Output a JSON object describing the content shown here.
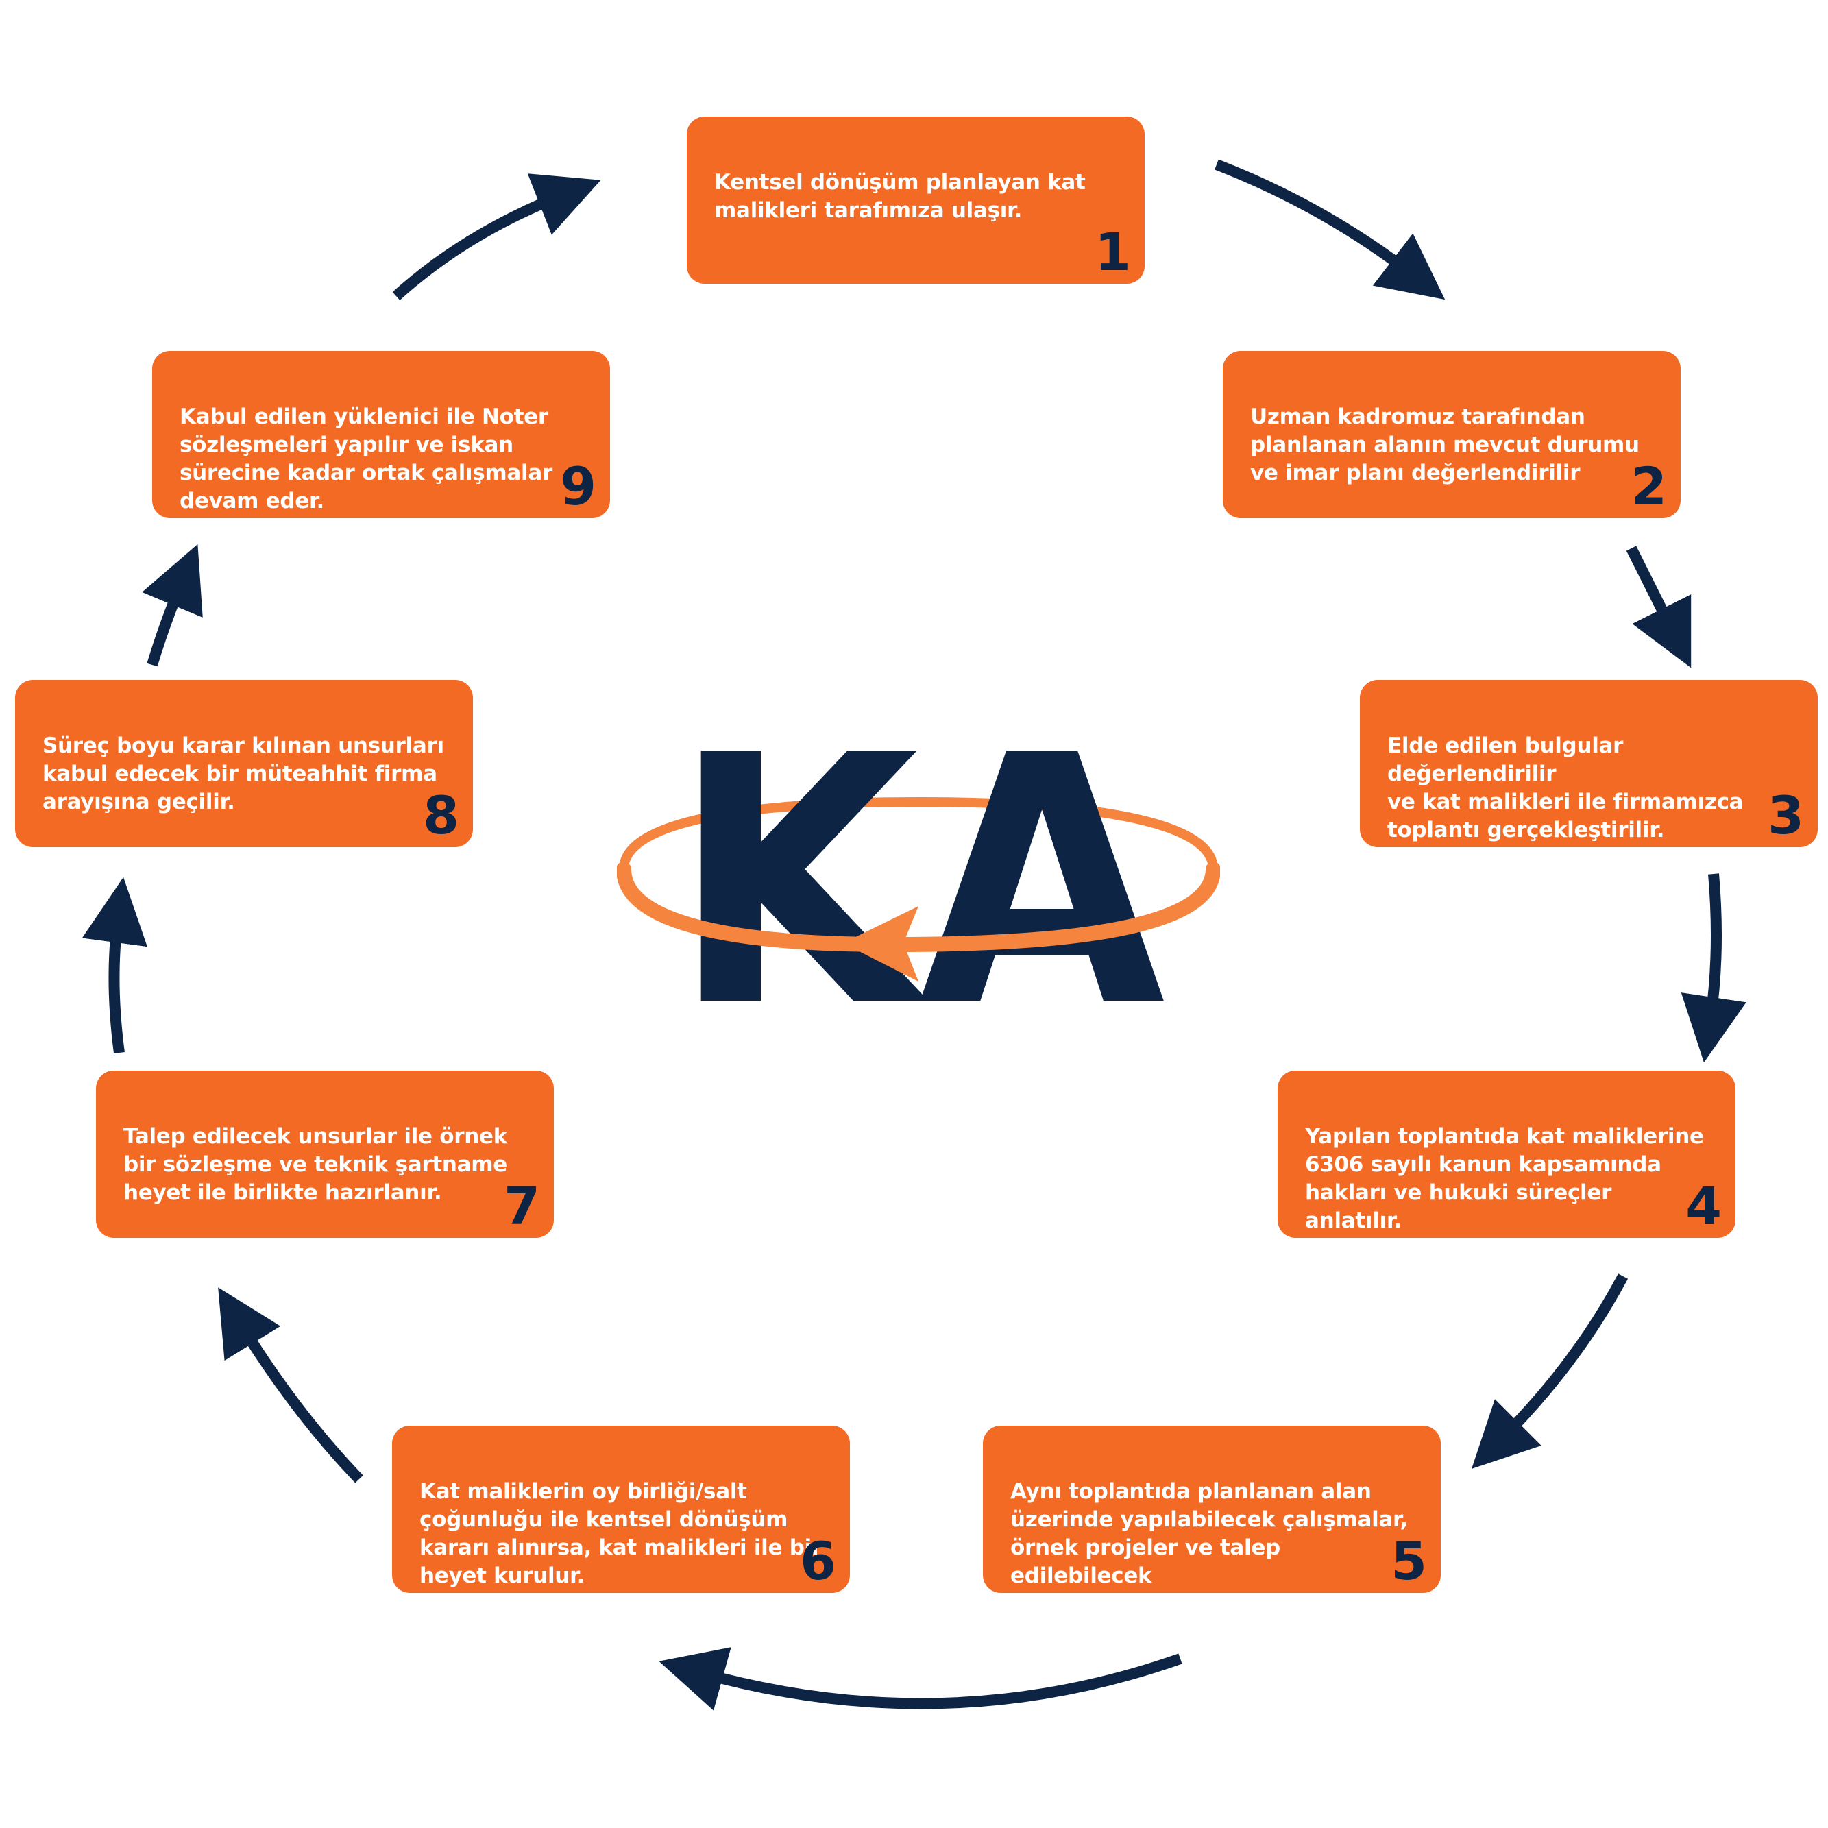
{
  "logo": {
    "text": "KA",
    "letter_color": "#0d2444",
    "swoosh_color": "#f5843e"
  },
  "colors": {
    "box": "#f26a24",
    "arrow": "#0d2444",
    "number": "#0d2444",
    "box_text": "#ffffff"
  },
  "steps": [
    {
      "number": "1",
      "text": "Kentsel dönüşüm planlayan kat\nmalikleri tarafımıza ulaşır."
    },
    {
      "number": "2",
      "text": "Uzman kadromuz tarafından\nplanlanan alanın mevcut durumu\nve imar planı değerlendirilir"
    },
    {
      "number": "3",
      "text": "Elde edilen bulgular değerlendirilir\nve kat malikleri ile firmamızca\ntoplantı gerçekleştirilir."
    },
    {
      "number": "4",
      "text": "Yapılan toplantıda kat maliklerine\n6306 sayılı kanun kapsamında\nhakları ve hukuki süreçler anlatılır."
    },
    {
      "number": "5",
      "text": "Aynı toplantıda planlanan alan\nüzerinde yapılabilecek çalışmalar,\nörnek projeler ve talep edilebilecek\nhaklar anlatılır."
    },
    {
      "number": "6",
      "text": "Kat maliklerin oy birliği/salt\nçoğunluğu ile kentsel dönüşüm\nkararı alınırsa, kat malikleri ile bir\nheyet kurulur."
    },
    {
      "number": "7",
      "text": "Talep edilecek unsurlar ile örnek\nbir sözleşme ve teknik şartname\nheyet ile birlikte hazırlanır."
    },
    {
      "number": "8",
      "text": "Süreç boyu karar kılınan unsurları\nkabul edecek bir müteahhit firma\narayışına geçilir."
    },
    {
      "number": "9",
      "text": "Kabul edilen yüklenici ile Noter\nsözleşmeleri yapılır ve iskan\nsürecine kadar ortak çalışmalar\ndevam eder."
    }
  ]
}
